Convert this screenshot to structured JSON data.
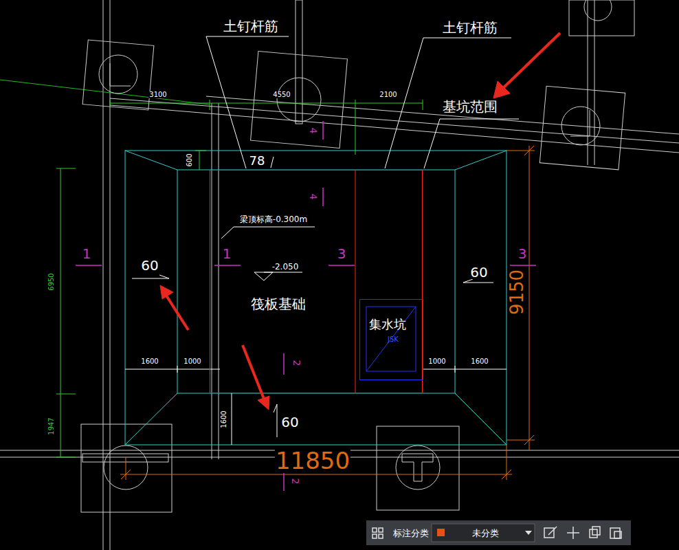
{
  "diagram": {
    "nodes": [
      {
        "text": [
          "-2.050",
          "筏板基础"
        ]
      },
      {
        "text": [
          "集水坑",
          "JSK"
        ],
        "in": 0
      }
    ],
    "labels": [
      "土钉杆筋",
      "土钉杆筋",
      "基坑范围",
      "3100",
      "4550",
      "2100",
      "4",
      "600",
      "78",
      "4",
      "梁顶标高-0.300m",
      "1",
      "60",
      "1",
      "3",
      "60",
      "3",
      "9150",
      "6950",
      "1600",
      "1000",
      "1000",
      "1600",
      "2",
      "1947",
      "1600",
      "60",
      "11850",
      "2",
      "标注分类",
      "未分类"
    ]
  }
}
